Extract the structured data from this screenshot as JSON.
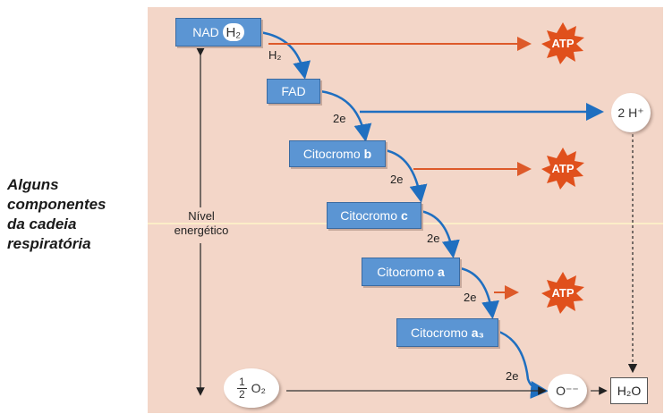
{
  "caption": {
    "lines": [
      "Alguns",
      "componentes",
      "da cadeia",
      "respiratória"
    ]
  },
  "axis_label": {
    "line1": "Nível",
    "line2": "energético"
  },
  "boxes": {
    "nad": {
      "label": "NAD",
      "pill": "H₂"
    },
    "fad": {
      "label": "FAD"
    },
    "cyt_b": {
      "label": "Citocromo",
      "suffix": "b"
    },
    "cyt_c": {
      "label": "Citocromo",
      "suffix": "c"
    },
    "cyt_a": {
      "label": "Citocromo",
      "suffix": "a"
    },
    "cyt_a3": {
      "label": "Citocromo",
      "suffix": "a₃"
    }
  },
  "transfer_labels": {
    "h2": "H₂",
    "e1": "2e",
    "e2": "2e",
    "e3": "2e",
    "e4": "2e",
    "e5": "2e"
  },
  "atp_label": "ATP",
  "proton": "2 H⁺",
  "oxygen_half": {
    "num": "1",
    "den": "2",
    "symbol": "O₂"
  },
  "oxide": "O⁻⁻",
  "water": "H₂O",
  "colors": {
    "panel": "#f3d6c8",
    "box": "#5b95d3",
    "blue_arrow": "#1f6fc0",
    "orange_arrow": "#dd5a2a",
    "atp": "#e0501c"
  }
}
